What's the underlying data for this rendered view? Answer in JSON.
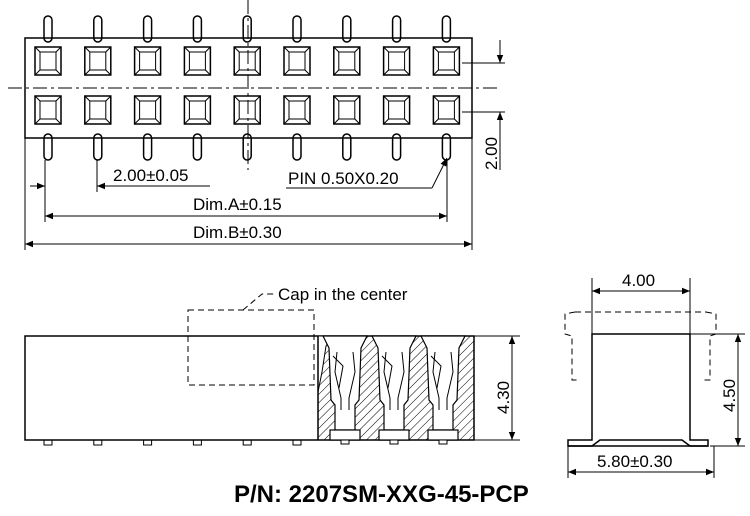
{
  "labels": {
    "pitch": "2.00±0.05",
    "pin": "PIN 0.50X0.20",
    "dim_a": "Dim.A±0.15",
    "dim_b": "Dim.B±0.30",
    "row_pitch": "2.00",
    "cap_note": "Cap in the center",
    "height": "4.30",
    "width_top": "4.00",
    "height_side": "4.50",
    "width_bottom": "5.80±0.30"
  },
  "part_number": "P/N: 2207SM-XXG-45-PCP",
  "top_view": {
    "columns": 9,
    "rows": 2
  }
}
